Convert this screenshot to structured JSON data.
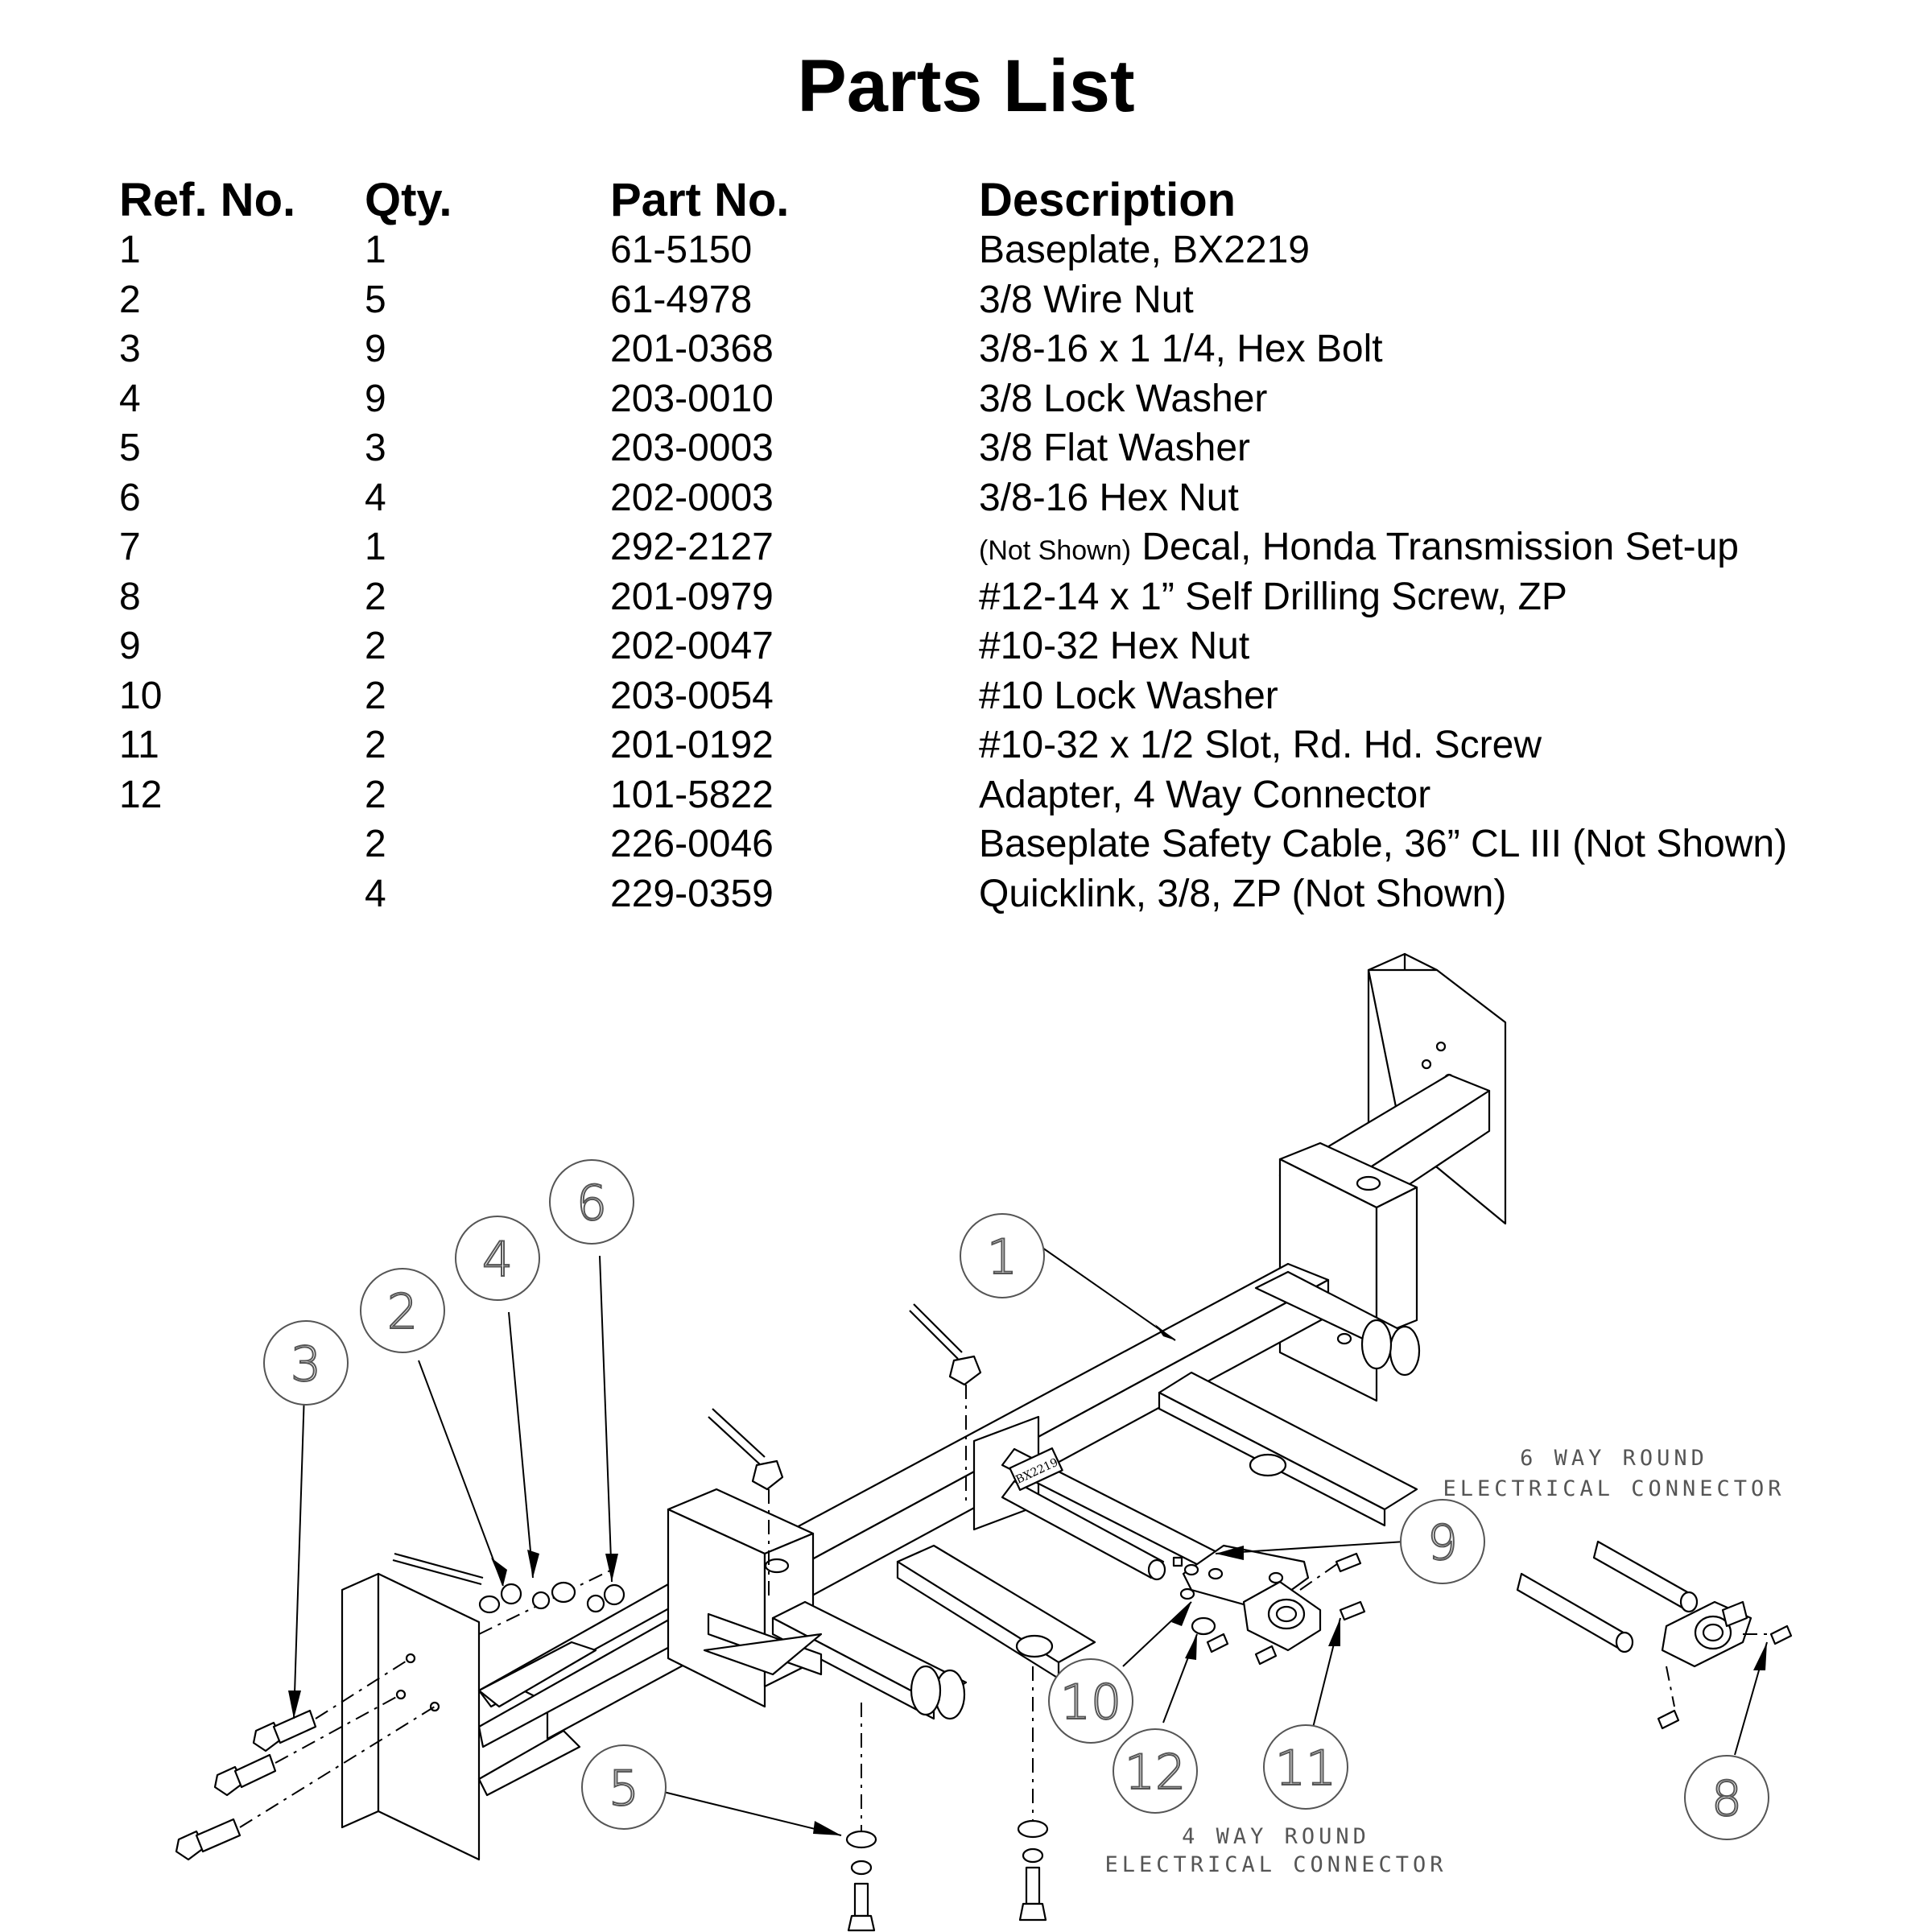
{
  "title": "Parts List",
  "table": {
    "headers": [
      "Ref. No.",
      "Qty.",
      "Part No.",
      "Description"
    ],
    "rows": [
      {
        "ref": "1",
        "qty": "1",
        "part": "61-5150",
        "note": "",
        "desc": "Baseplate, BX2219"
      },
      {
        "ref": "2",
        "qty": "5",
        "part": "61-4978",
        "note": "",
        "desc": "3/8 Wire Nut"
      },
      {
        "ref": "3",
        "qty": "9",
        "part": "201-0368",
        "note": "",
        "desc": "3/8-16 x 1 1/4, Hex Bolt"
      },
      {
        "ref": "4",
        "qty": "9",
        "part": "203-0010",
        "note": "",
        "desc": "3/8 Lock Washer"
      },
      {
        "ref": "5",
        "qty": "3",
        "part": "203-0003",
        "note": "",
        "desc": "3/8 Flat Washer"
      },
      {
        "ref": "6",
        "qty": "4",
        "part": "202-0003",
        "note": "",
        "desc": "3/8-16 Hex Nut"
      },
      {
        "ref": "7",
        "qty": "1",
        "part": "292-2127",
        "note": "(Not Shown)",
        "desc": "Decal, Honda Transmission Set-up"
      },
      {
        "ref": "8",
        "qty": "2",
        "part": "201-0979",
        "note": "",
        "desc": "#12-14 x 1” Self Drilling Screw, ZP"
      },
      {
        "ref": "9",
        "qty": "2",
        "part": "202-0047",
        "note": "",
        "desc": "#10-32 Hex Nut"
      },
      {
        "ref": "10",
        "qty": "2",
        "part": "203-0054",
        "note": "",
        "desc": "#10 Lock Washer"
      },
      {
        "ref": "11",
        "qty": "2",
        "part": "201-0192",
        "note": "",
        "desc": "#10-32 x 1/2 Slot, Rd. Hd. Screw"
      },
      {
        "ref": "12",
        "qty": "2",
        "part": "101-5822",
        "note": "",
        "desc": "Adapter, 4 Way Connector"
      },
      {
        "ref": "",
        "qty": "2",
        "part": "226-0046",
        "note": "",
        "desc": "Baseplate Safety Cable, 36” CL III (Not Shown)"
      },
      {
        "ref": "",
        "qty": "4",
        "part": "229-0359",
        "note": "",
        "desc": "Quicklink, 3/8, ZP (Not Shown)"
      }
    ]
  },
  "drawing": {
    "stamp": "BX2219",
    "label_6way_line1": "6 WAY ROUND",
    "label_6way_line2": "ELECTRICAL CONNECTOR",
    "label_4way_line1": "4 WAY ROUND",
    "label_4way_line2": "ELECTRICAL CONNECTOR",
    "callouts": [
      "1",
      "2",
      "3",
      "4",
      "5",
      "6",
      "8",
      "9",
      "10",
      "11",
      "12"
    ]
  }
}
